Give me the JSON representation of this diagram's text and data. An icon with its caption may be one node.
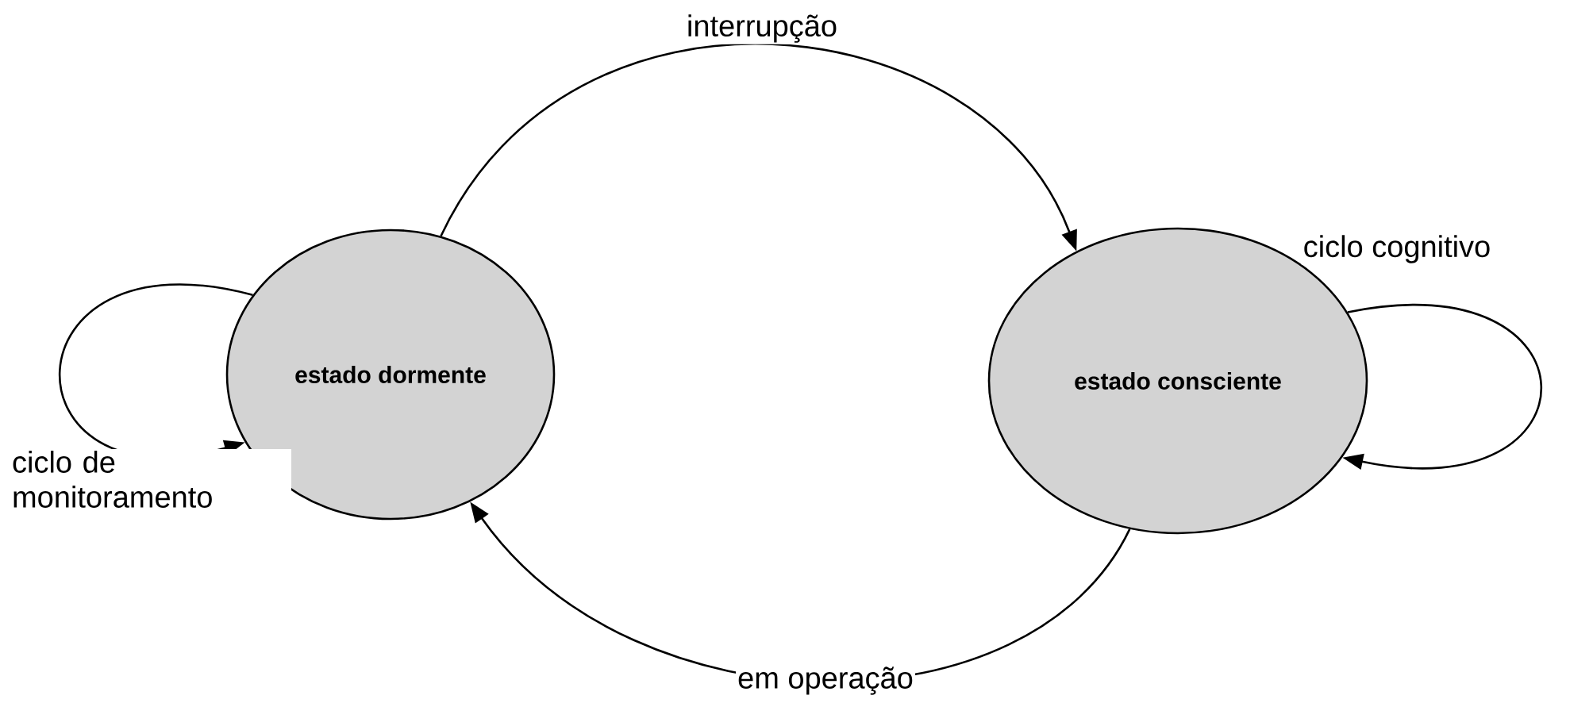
{
  "diagram": {
    "nodes": [
      {
        "text": [
          "estado dormente"
        ]
      },
      {
        "text": [
          "estado consciente"
        ]
      }
    ],
    "edges": [
      {
        "from": 0,
        "to": 1,
        "arrow": "to",
        "label": "interrupção"
      },
      {
        "from": 1,
        "to": 0,
        "arrow": "to",
        "label": "em operação"
      },
      {
        "from": 0,
        "to": 0,
        "arrow": "to",
        "label": "ciclo de monitoramento"
      },
      {
        "from": 1,
        "to": 1,
        "arrow": "to",
        "label": "ciclo cognitivo"
      }
    ]
  }
}
